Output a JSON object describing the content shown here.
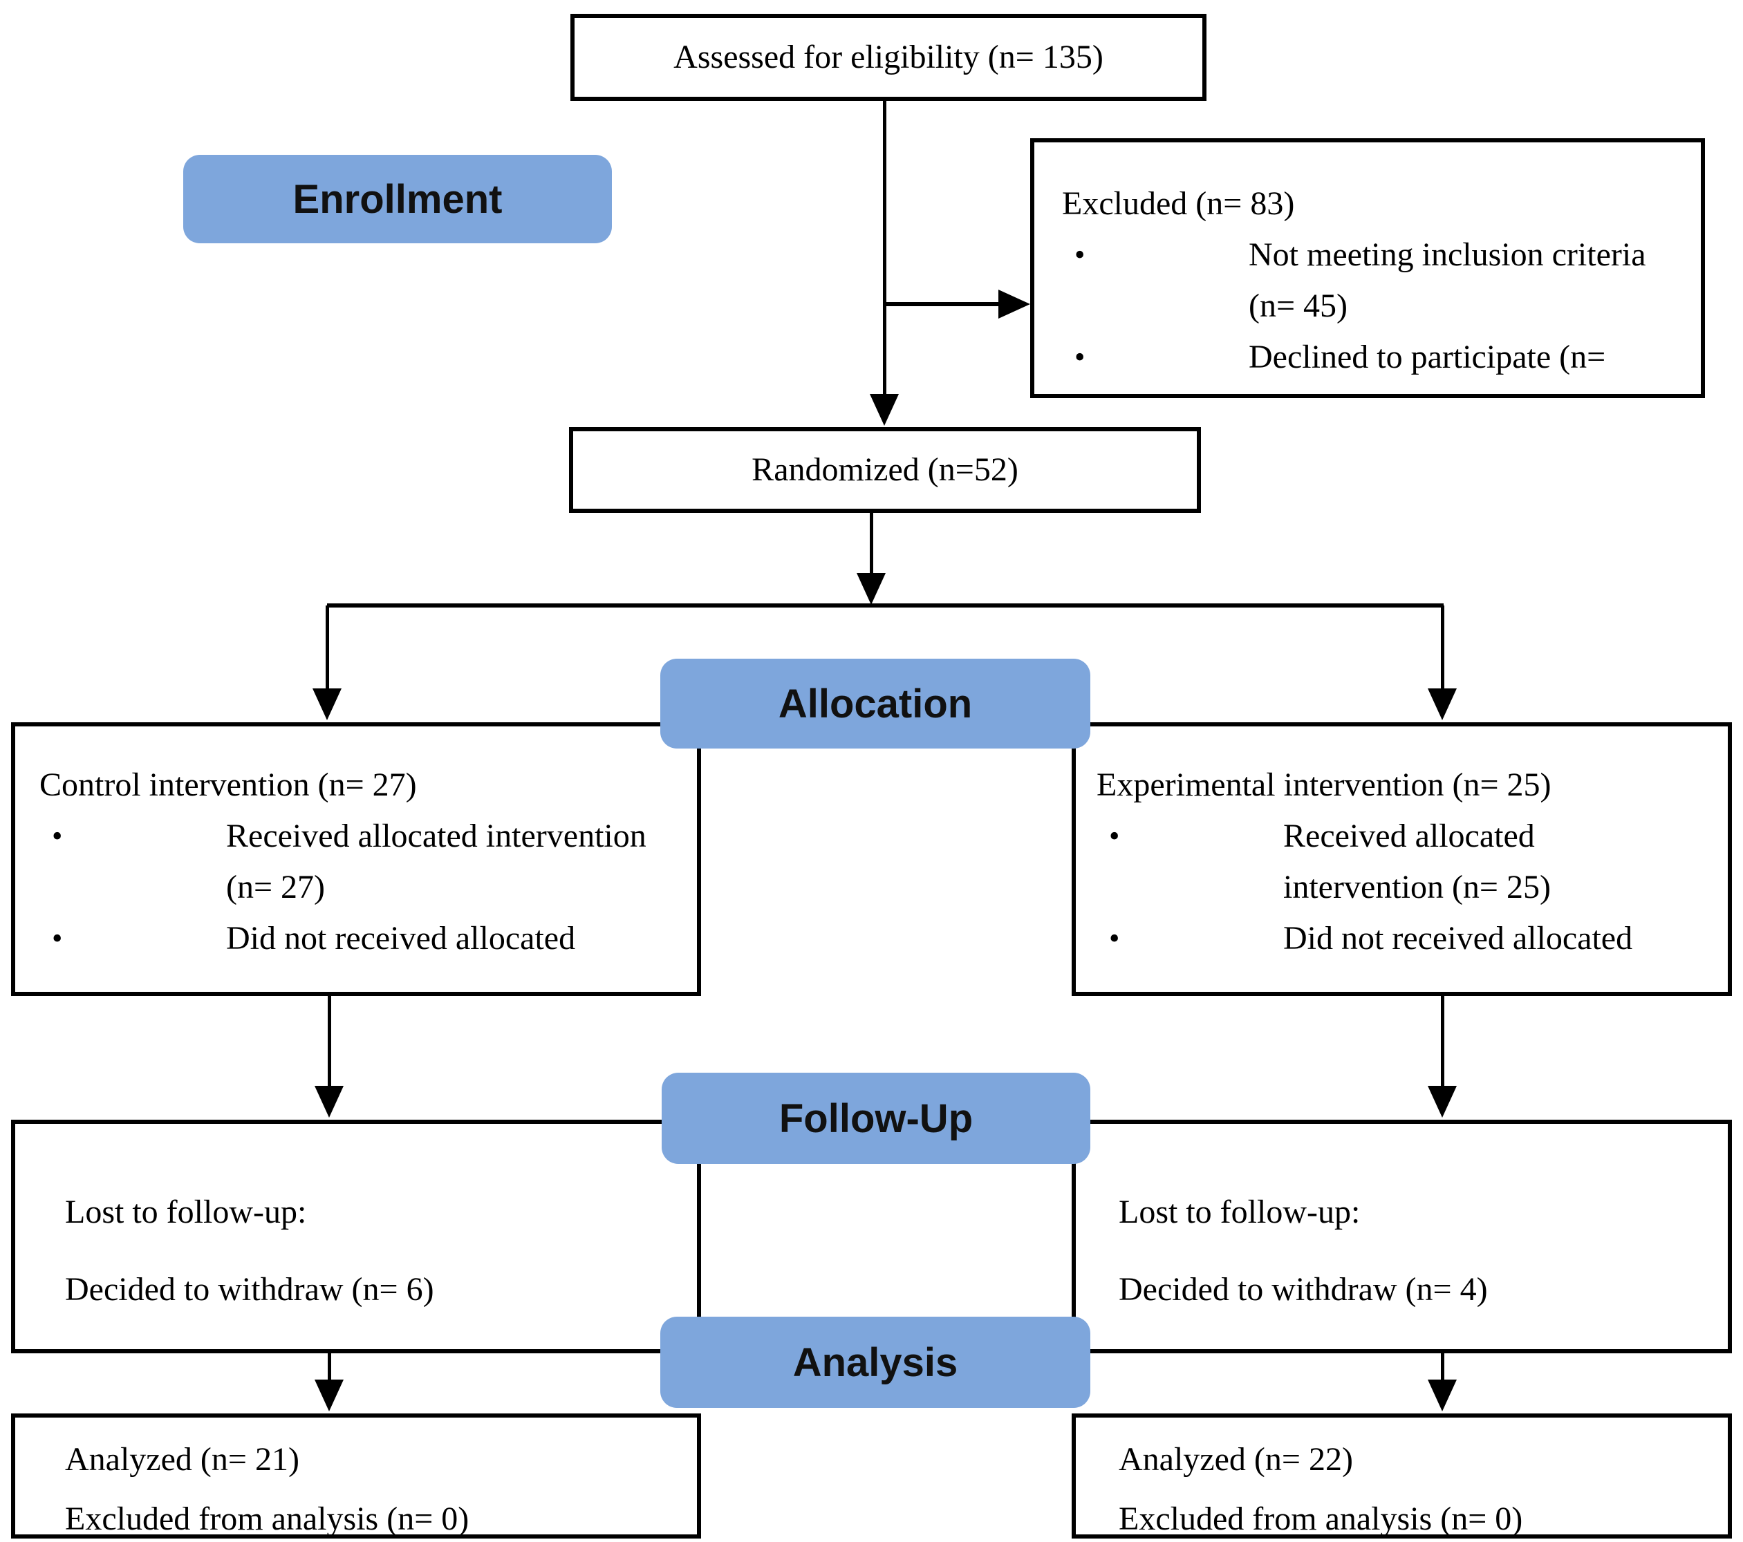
{
  "colors": {
    "background": "#ffffff",
    "badge_blue": "#7EA6DC",
    "box_border": "#000000",
    "text": "#000000"
  },
  "bullet_glyph": "•",
  "badges": {
    "enrollment": "Enrollment",
    "allocation": "Allocation",
    "followup": "Follow-Up",
    "analysis": "Analysis"
  },
  "boxes": {
    "assessed": {
      "text": "Assessed for eligibility (n= 135)"
    },
    "excluded": {
      "title": "Excluded (n= 83)",
      "bullets": [
        "Not meeting inclusion criteria (n= 45)",
        "Declined to participate (n="
      ]
    },
    "randomized": {
      "text": "Randomized (n=52)"
    },
    "control": {
      "title": "Control intervention (n= 27)",
      "bullets": [
        "Received allocated intervention (n= 27)",
        "Did not received allocated"
      ]
    },
    "experimental": {
      "title": "Experimental intervention (n= 25)",
      "bullets": [
        "Received allocated intervention (n= 25)",
        "Did not received allocated"
      ]
    },
    "followup_left": {
      "lines": [
        "Lost to follow-up:",
        "Decided to withdraw (n= 6)"
      ]
    },
    "followup_right": {
      "lines": [
        "Lost to follow-up:",
        "Decided to withdraw (n= 4)"
      ]
    },
    "analysis_left": {
      "lines": [
        "Analyzed (n= 21)",
        "Excluded from analysis (n= 0)"
      ]
    },
    "analysis_right": {
      "lines": [
        "Analyzed (n= 22)",
        "Excluded from analysis (n= 0)"
      ]
    }
  }
}
